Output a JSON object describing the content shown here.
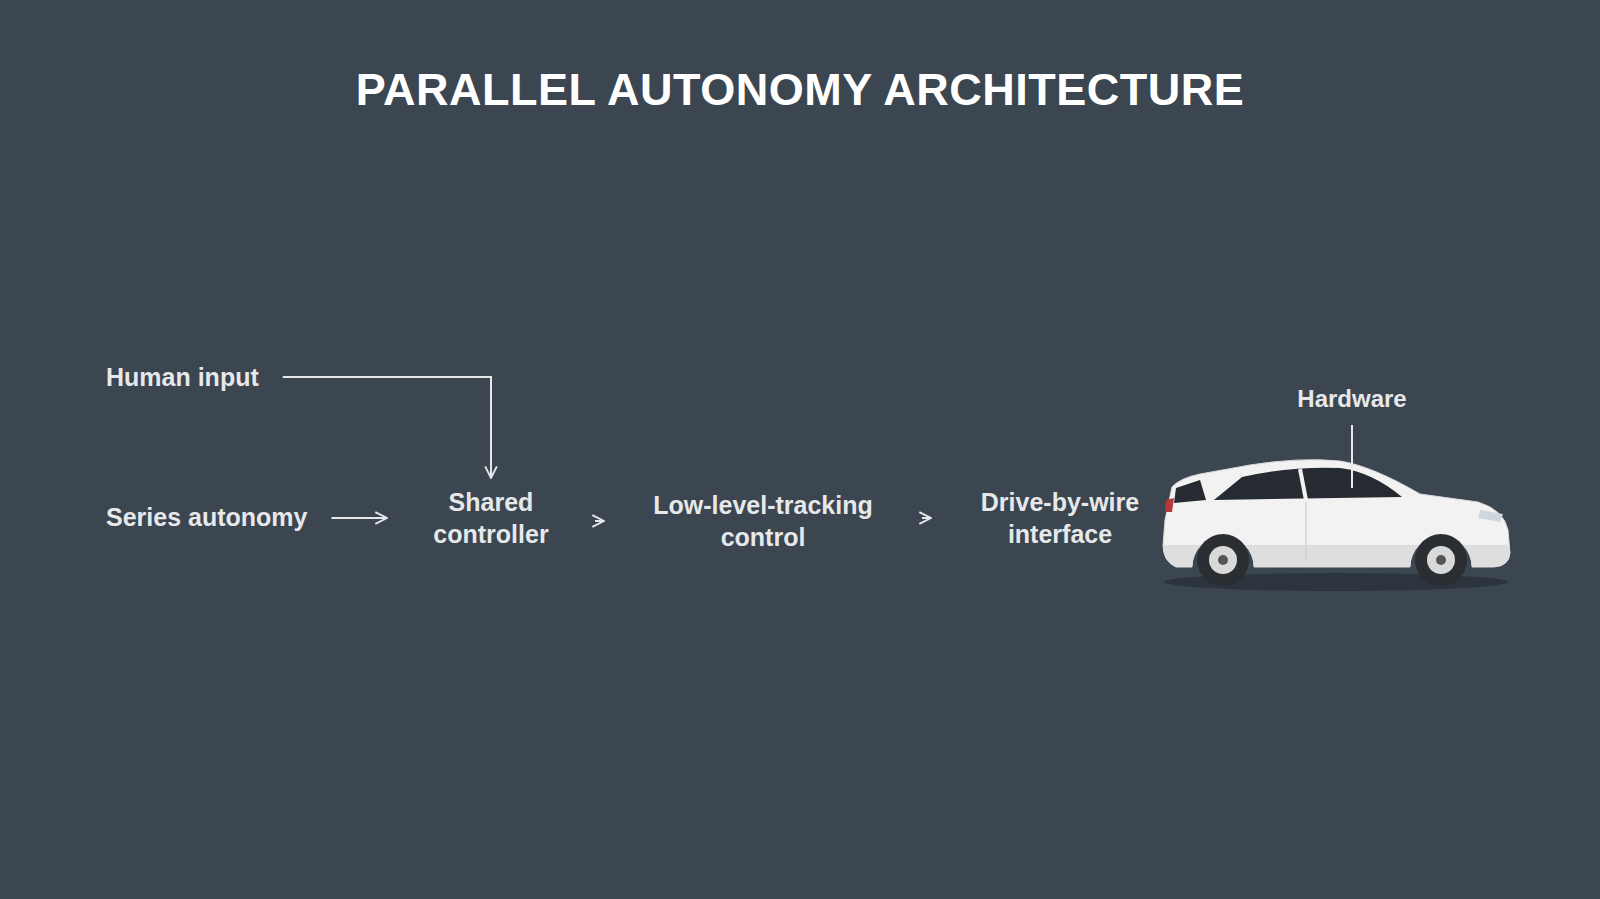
{
  "diagram": {
    "title": "PARALLEL AUTONOMY ARCHITECTURE",
    "nodes": [
      {
        "text": [
          "Human input"
        ]
      },
      {
        "text": [
          "Series autonomy"
        ]
      },
      {
        "text": [
          "Shared controller"
        ]
      },
      {
        "text": [
          "Low-level-tracking control"
        ]
      },
      {
        "text": [
          "Drive-by-wire interface"
        ]
      }
    ],
    "edges": [
      {
        "from": 0,
        "to": 2,
        "arrow": "to"
      },
      {
        "from": 1,
        "to": 2,
        "arrow": "to"
      },
      {
        "from": 2,
        "to": 3,
        "arrow": "to"
      },
      {
        "from": 3,
        "to": 4,
        "arrow": "to"
      }
    ],
    "labels": [
      "Hardware"
    ]
  }
}
